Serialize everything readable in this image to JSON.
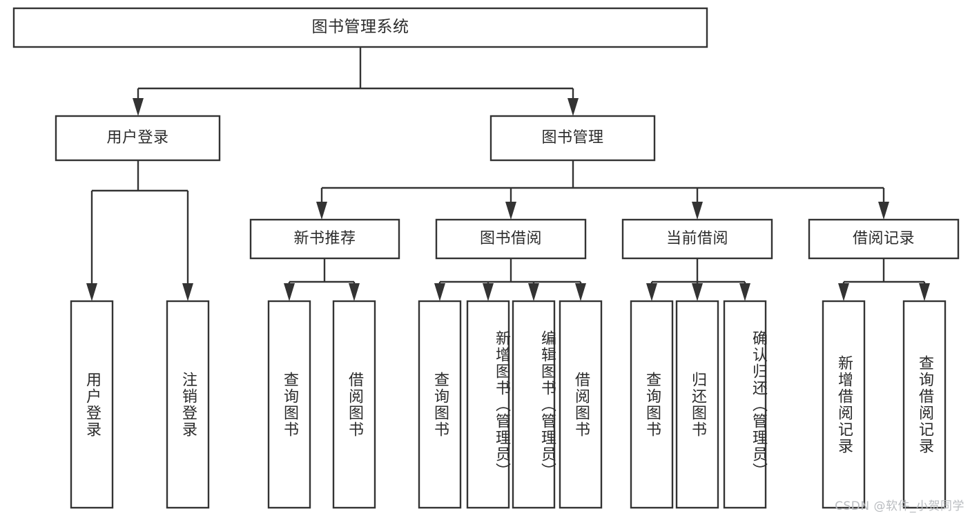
{
  "diagram": {
    "type": "tree-hierarchy",
    "title": "图书管理系统",
    "orientation": "top-down",
    "colors": {
      "box_stroke": "#333333",
      "box_fill": "#ffffff",
      "text": "#2b2b2b",
      "background": "#ffffff",
      "watermark": "#b9bcc0"
    },
    "root": {
      "label": "图书管理系统"
    },
    "level2": [
      {
        "id": "user-login",
        "label": "用户登录"
      },
      {
        "id": "book-management",
        "label": "图书管理"
      }
    ],
    "level3": [
      {
        "id": "new-book-recommend",
        "label": "新书推荐"
      },
      {
        "id": "book-borrow",
        "label": "图书借阅"
      },
      {
        "id": "current-borrow",
        "label": "当前借阅"
      },
      {
        "id": "borrow-record",
        "label": "借阅记录"
      }
    ],
    "leaves": {
      "user-login": [
        {
          "id": "leaf-user-login",
          "label": "用户登录"
        },
        {
          "id": "leaf-logout-login",
          "label": "注销登录"
        }
      ],
      "new-book-recommend": [
        {
          "id": "leaf-query-book-1",
          "label": "查询图书"
        },
        {
          "id": "leaf-borrow-book-1",
          "label": "借阅图书"
        }
      ],
      "book-borrow": [
        {
          "id": "leaf-query-book-2",
          "label": "查询图书"
        },
        {
          "id": "leaf-add-book",
          "label": "新增图书（管理员）"
        },
        {
          "id": "leaf-edit-book",
          "label": "编辑图书（管理员）"
        },
        {
          "id": "leaf-borrow-book-2",
          "label": "借阅图书"
        }
      ],
      "current-borrow": [
        {
          "id": "leaf-query-book-3",
          "label": "查询图书"
        },
        {
          "id": "leaf-return-book",
          "label": "归还图书"
        },
        {
          "id": "leaf-confirm-return",
          "label": "确认归还（管理员）"
        }
      ],
      "borrow-record": [
        {
          "id": "leaf-add-record",
          "label": "新增借阅记录"
        },
        {
          "id": "leaf-query-record",
          "label": "查询借阅记录"
        }
      ]
    }
  },
  "watermark": {
    "text": "CSDN @软件_小贺同学"
  }
}
